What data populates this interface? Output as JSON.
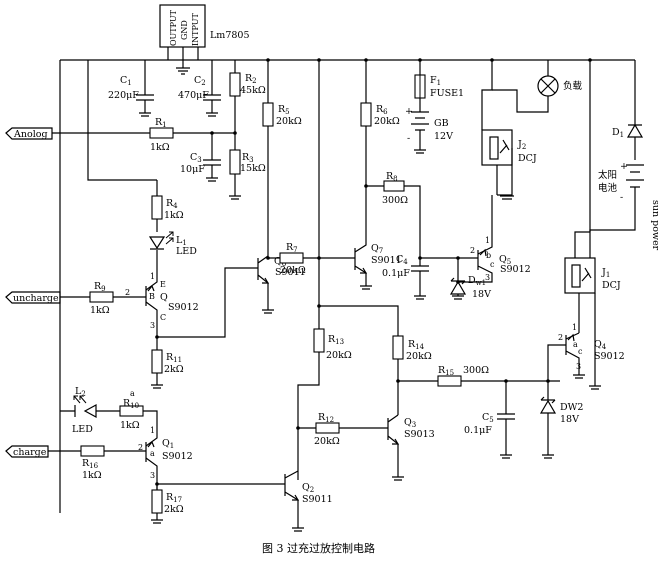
{
  "chart_data": {
    "type": "diagram",
    "caption": "图 3    过充过放控制电路",
    "regulator": {
      "lines": [
        "OUTPUT",
        "GND",
        "INTPUT"
      ],
      "name": "Lm7805"
    },
    "terminals": {
      "analog": "Anolog",
      "uncharge": "uncharge",
      "charge": "charge"
    },
    "resistors": [
      {
        "id": "r1",
        "name": "R",
        "sub": "1",
        "value": "1kΩ"
      },
      {
        "id": "r2",
        "name": "R",
        "sub": "2",
        "value": "45kΩ"
      },
      {
        "id": "r3",
        "name": "R",
        "sub": "3",
        "value": "15kΩ"
      },
      {
        "id": "r4",
        "name": "R",
        "sub": "4",
        "value": "1kΩ"
      },
      {
        "id": "r5",
        "name": "R",
        "sub": "5",
        "value": "20kΩ"
      },
      {
        "id": "r6",
        "name": "R",
        "sub": "6",
        "value": "20kΩ"
      },
      {
        "id": "r7",
        "name": "R",
        "sub": "7",
        "value": "20kΩ"
      },
      {
        "id": "r8",
        "name": "R",
        "sub": "8",
        "value": "300Ω"
      },
      {
        "id": "r9",
        "name": "R",
        "sub": "9",
        "value": "1kΩ"
      },
      {
        "id": "r10",
        "name": "R",
        "sub": "10",
        "value": "1kΩ"
      },
      {
        "id": "r11",
        "name": "R",
        "sub": "11",
        "value": "2kΩ"
      },
      {
        "id": "r12",
        "name": "R",
        "sub": "12",
        "value": "20kΩ"
      },
      {
        "id": "r13",
        "name": "R",
        "sub": "13",
        "value": "20kΩ"
      },
      {
        "id": "r14",
        "name": "R",
        "sub": "14",
        "value": "20kΩ"
      },
      {
        "id": "r15",
        "name": "R",
        "sub": "15",
        "value": "300Ω"
      },
      {
        "id": "r16",
        "name": "R",
        "sub": "16",
        "value": "1kΩ"
      },
      {
        "id": "r17",
        "name": "R",
        "sub": "17",
        "value": "2kΩ"
      }
    ],
    "capacitors": [
      {
        "id": "c1",
        "name": "C",
        "sub": "1",
        "value": "220μF"
      },
      {
        "id": "c2",
        "name": "C",
        "sub": "2",
        "value": "470μF"
      },
      {
        "id": "c3",
        "name": "C",
        "sub": "3",
        "value": "10μF"
      },
      {
        "id": "c4",
        "name": "C",
        "sub": "4",
        "value": "0.1μF"
      },
      {
        "id": "c5",
        "name": "C",
        "sub": "5",
        "value": "0.1μF"
      }
    ],
    "transistors": [
      {
        "id": "q1",
        "name": "Q",
        "sub": "1",
        "model": "S9012"
      },
      {
        "id": "q2",
        "name": "Q",
        "sub": "2",
        "model": "S9011"
      },
      {
        "id": "q3",
        "name": "Q",
        "sub": "3",
        "model": "S9013"
      },
      {
        "id": "q4",
        "name": "Q",
        "sub": "4",
        "model": "S9012"
      },
      {
        "id": "q5",
        "name": "Q",
        "sub": "5",
        "model": "S9012"
      },
      {
        "id": "q6",
        "name": "Q",
        "sub": "6",
        "model": "S9011"
      },
      {
        "id": "q7",
        "name": "Q",
        "sub": "7",
        "model": "S9011"
      },
      {
        "id": "q8",
        "name": "Q",
        "sub": "",
        "model": "S9012"
      }
    ],
    "leds": [
      {
        "id": "l1",
        "name": "L",
        "sub": "1",
        "text": "LED"
      },
      {
        "id": "l2",
        "name": "L",
        "sub": "2",
        "text": "LED"
      }
    ],
    "zeners": [
      {
        "id": "dw1",
        "name": "D",
        "sub": "w1",
        "value": "18V"
      },
      {
        "id": "dw2",
        "name": "DW2",
        "value": "18V"
      }
    ],
    "diode_d1": {
      "name": "D",
      "sub": "1"
    },
    "fuse": {
      "name": "F",
      "sub": "1",
      "text": "FUSE1"
    },
    "battery": {
      "name": "GB",
      "value": "12V"
    },
    "load": "负载",
    "relays": [
      {
        "id": "j2",
        "name": "J",
        "sub": "2",
        "model": "DCJ"
      },
      {
        "id": "j1",
        "name": "J",
        "sub": "1",
        "model": "DCJ"
      }
    ],
    "solar": {
      "line1": "太阳",
      "line2": "电池",
      "side": "sun power"
    },
    "pins": {
      "p1": "1",
      "p2": "2",
      "p3": "3",
      "e": "E",
      "b": "B",
      "c": "C",
      "a": "a",
      "bsmall": "b",
      "csmall": "c",
      "asmall": "a"
    }
  }
}
